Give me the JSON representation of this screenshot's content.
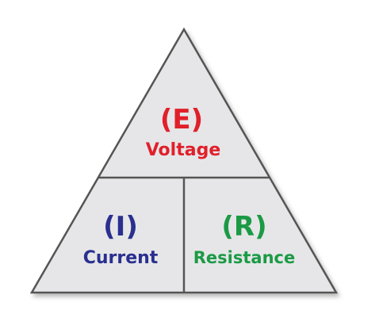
{
  "triangle": {
    "top": {
      "symbol": "(E)",
      "name": "Voltage",
      "color": "#e0202a"
    },
    "bottom_left": {
      "symbol": "(I)",
      "name": "Current",
      "color": "#2a2f8f"
    },
    "bottom_right": {
      "symbol": "(R)",
      "name": "Resistance",
      "color": "#1b9a45"
    },
    "colors": {
      "fill": "#e6e6e8",
      "outline": "#555555"
    }
  }
}
